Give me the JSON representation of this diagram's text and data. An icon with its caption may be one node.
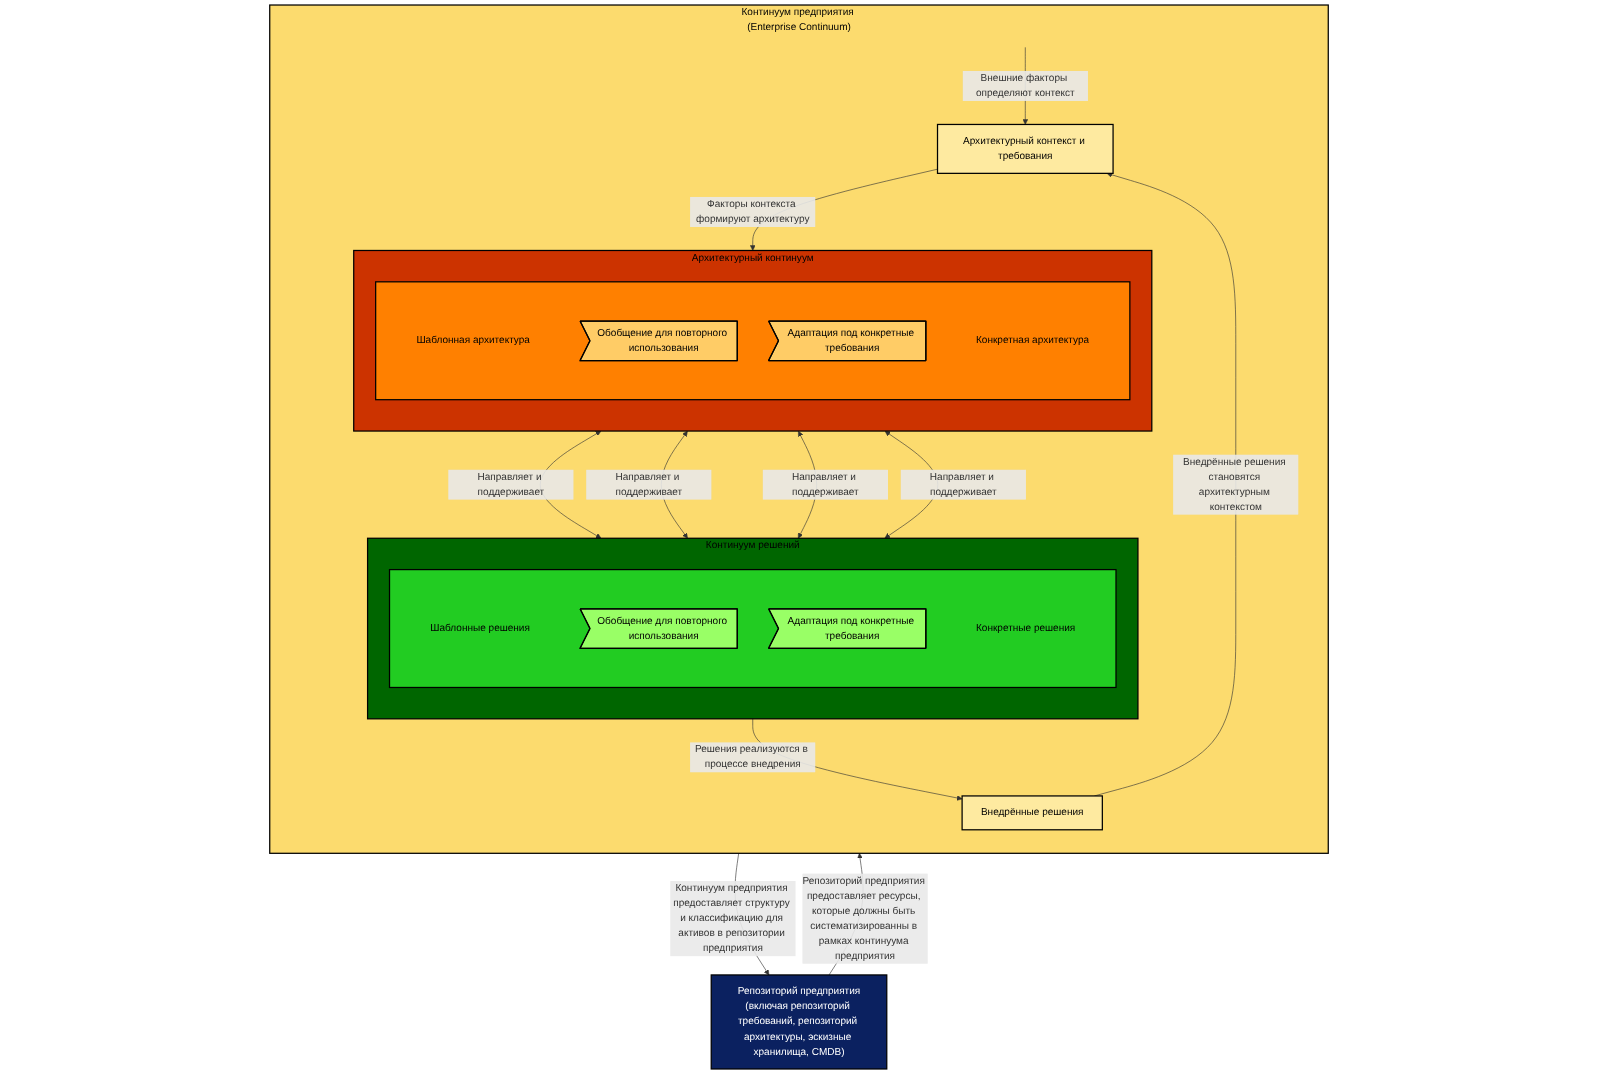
{
  "diagram": {
    "nodes": [
      {
        "text": [
          "Репозиторий предприятия",
          "(включая репозиторий требований, репозиторий архитектуры, эскизные хранилища, CMDB)"
        ]
      },
      {
        "text": [
          "Континуум предприятия (Enterprise Continuum)"
        ]
      },
      {
        "text": [
          "Архитектурный контекст и требования"
        ],
        "in": 1
      },
      {
        "text": [
          "Архитектурный континуум"
        ],
        "in": 1
      },
      {
        "text": [],
        "shape": "box",
        "in": 3
      },
      {
        "text": [
          "Шаблонная архитектура"
        ],
        "in": 4
      },
      {
        "text": [
          "Обобщение для повторного использования"
        ],
        "in": 4
      },
      {
        "text": [
          "Адаптация под конкретные требования"
        ],
        "in": 4
      },
      {
        "text": [
          "Конкретная архитектура"
        ],
        "in": 4
      },
      {
        "text": [
          "Континуум решений"
        ],
        "in": 1
      },
      {
        "text": [],
        "shape": "box",
        "in": 9
      },
      {
        "text": [
          "Шаблонные решения"
        ],
        "in": 10
      },
      {
        "text": [
          "Обобщение для повторного использования"
        ],
        "in": 10
      },
      {
        "text": [
          "Адаптация под конкретные требования"
        ],
        "in": 10
      },
      {
        "text": [
          "Конкретные решения"
        ],
        "in": 10
      },
      {
        "text": [
          "Внедрённые решения"
        ],
        "in": 1
      }
    ],
    "edges": [
      {
        "from": null,
        "to": 2,
        "arrow": "to",
        "label": "Внешние факторы определяют контекст"
      },
      {
        "from": 2,
        "to": 3,
        "arrow": "to",
        "label": "Факторы контекста формируют архитектуру"
      },
      {
        "from": 3,
        "to": 9,
        "arrow": "both",
        "label": "Направляет и поддерживает"
      },
      {
        "from": 3,
        "to": 9,
        "arrow": "both",
        "label": "Направляет и поддерживает"
      },
      {
        "from": 3,
        "to": 9,
        "arrow": "both",
        "label": "Направляет и поддерживает"
      },
      {
        "from": 3,
        "to": 9,
        "arrow": "both",
        "label": "Направляет и поддерживает"
      },
      {
        "from": 9,
        "to": 15,
        "arrow": "to",
        "label": "Решения реализуются в процессе внедрения"
      },
      {
        "from": 15,
        "to": 2,
        "arrow": "to",
        "label": "Внедрённые решения становятся архитектурным контекстом"
      },
      {
        "from": 1,
        "to": 0,
        "arrow": "to",
        "label": "Континуум предприятия предоставляет структуру и классификацию для активов в репозитории предприятия"
      },
      {
        "from": 0,
        "to": 1,
        "arrow": "to",
        "label": "Репозиторий предприятия предоставляет ресурсы, которые должны быть систематизированны в рамках континуума предприятия"
      }
    ]
  }
}
